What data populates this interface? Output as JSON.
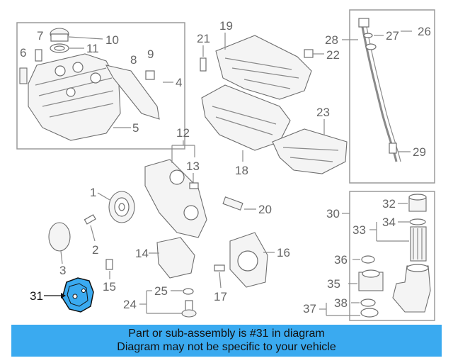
{
  "diagram": {
    "highlighted_part": "31",
    "labels": {
      "p1": "1",
      "p2": "2",
      "p3": "3",
      "p4": "4",
      "p5": "5",
      "p6": "6",
      "p7": "7",
      "p8": "8",
      "p9": "9",
      "p10": "10",
      "p11": "11",
      "p12": "12",
      "p13": "13",
      "p14": "14",
      "p15": "15",
      "p16": "16",
      "p17": "17",
      "p18": "18",
      "p19": "19",
      "p20": "20",
      "p21": "21",
      "p22": "22",
      "p23": "23",
      "p24": "24",
      "p25": "25",
      "p26": "26",
      "p27": "27",
      "p28": "28",
      "p29": "29",
      "p30": "30",
      "p31": "31",
      "p32": "32",
      "p33": "33",
      "p34": "34",
      "p35": "35",
      "p36": "36",
      "p37": "37",
      "p38": "38"
    },
    "colors": {
      "highlight": "#3aaaf0",
      "banner": "#3aaaf0",
      "line": "#8a8a8a"
    }
  },
  "banner": {
    "line1": "Part or sub-assembly is #31 in diagram",
    "line2": "Diagram may not be specific to your vehicle"
  }
}
